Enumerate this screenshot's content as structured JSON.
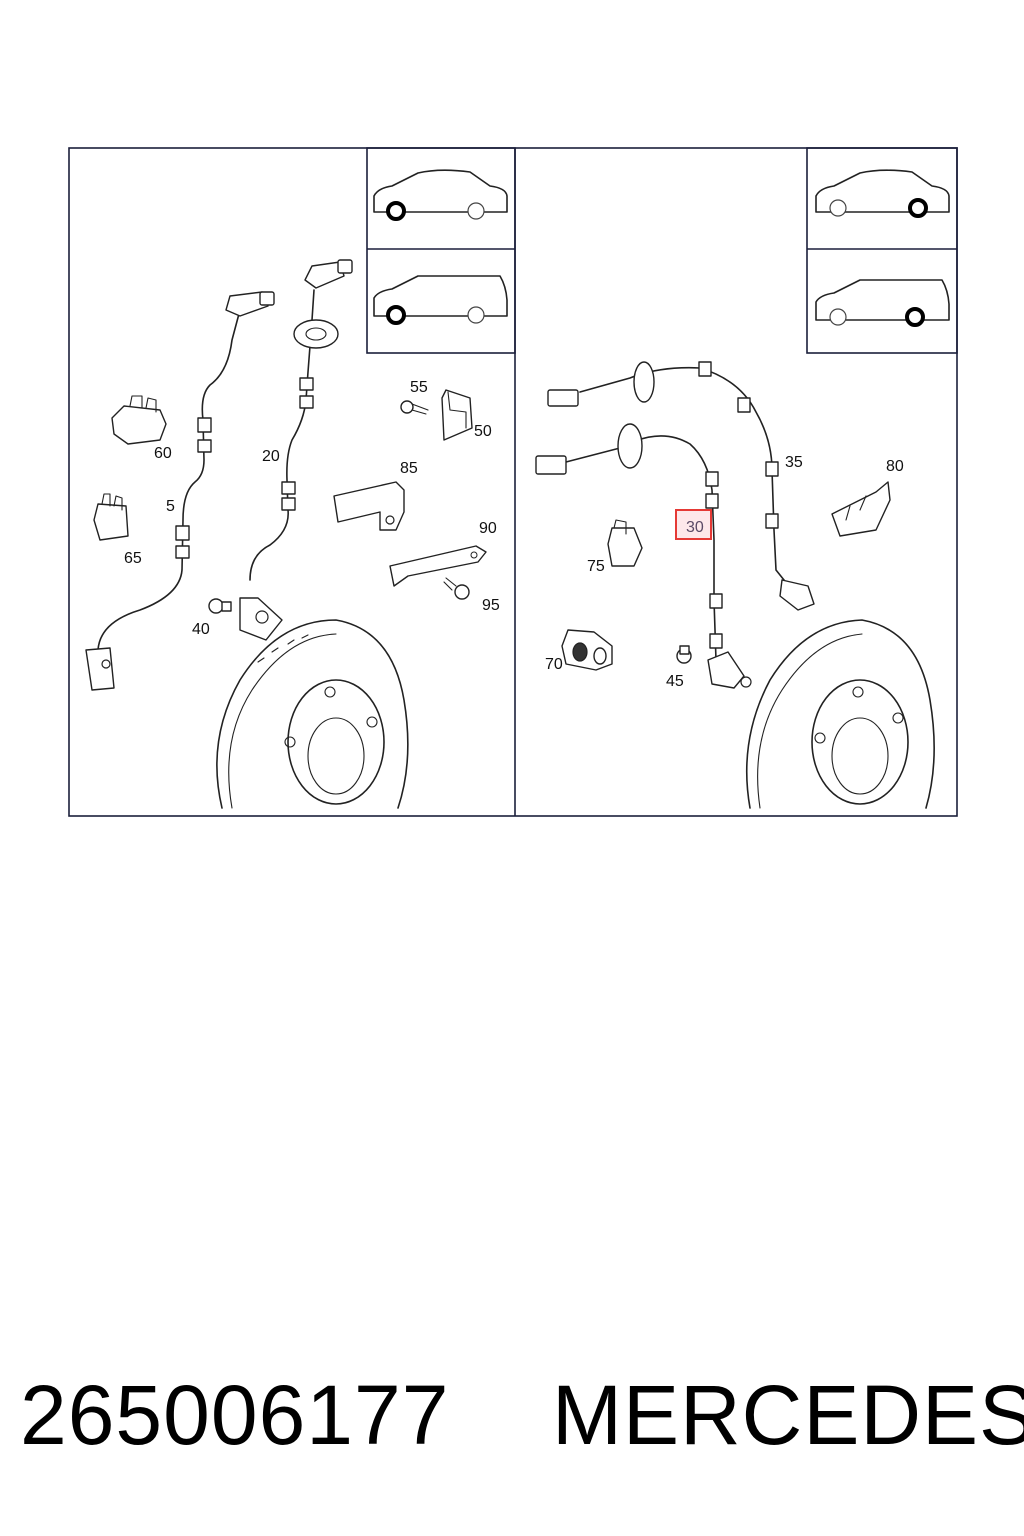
{
  "callouts": {
    "c5": "5",
    "c20": "20",
    "c30": "30",
    "c35": "35",
    "c40": "40",
    "c45": "45",
    "c50": "50",
    "c55": "55",
    "c60": "60",
    "c65": "65",
    "c70": "70",
    "c75": "75",
    "c80": "80",
    "c85": "85",
    "c90": "90",
    "c95": "95"
  },
  "highlighted_callout": "30",
  "colors": {
    "highlight": "#e53935",
    "frame": "#1b1f3b"
  },
  "footer": {
    "part_number": "265006177",
    "brand": "MERCEDES"
  }
}
